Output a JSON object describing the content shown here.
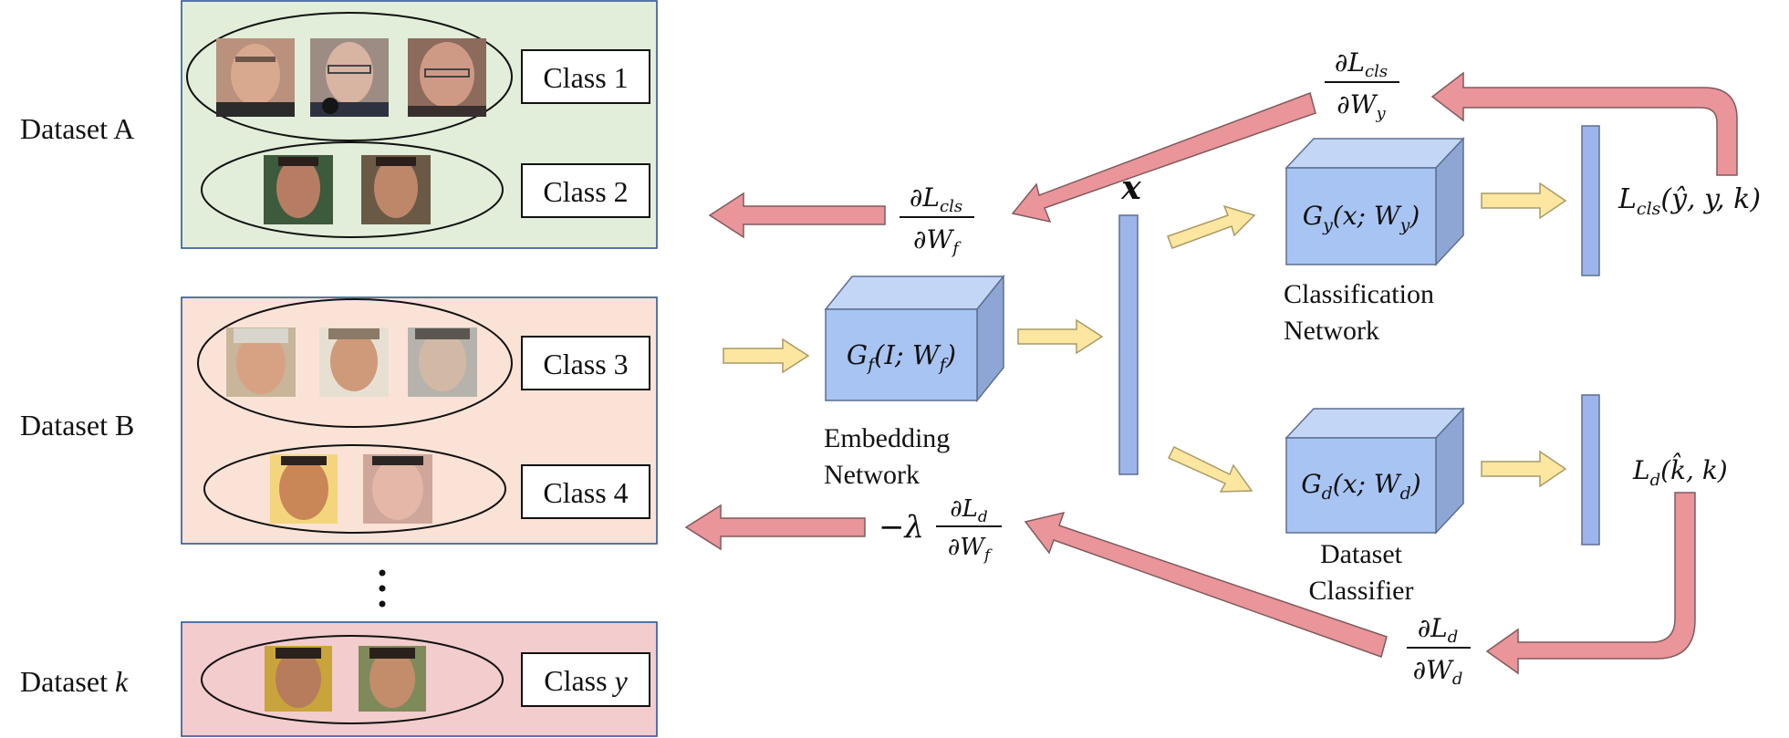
{
  "datasets": {
    "a_label": "Dataset A",
    "b_label": "Dataset B",
    "k_label_prefix": "Dataset ",
    "k_label_var": "k",
    "ellipsis": "⋮",
    "class1": "Class 1",
    "class2": "Class 2",
    "class3": "Class 3",
    "class4": "Class 4",
    "classy_prefix": "Class ",
    "classy_var": "y",
    "colors": {
      "a": "#e2eed9",
      "b": "#fae3d6",
      "k": "#f3cccd",
      "border": "#2e5597"
    }
  },
  "embedding": {
    "label_line1": "Embedding",
    "label_line2": "Network",
    "cube_var": "G",
    "cube_sub": "f",
    "cube_args": "(I; W",
    "cube_args_sub": "f",
    "cube_close": ")"
  },
  "feature": {
    "label": "x"
  },
  "classification": {
    "label_line1": "Classification",
    "label_line2": "Network",
    "cube_var": "G",
    "cube_sub": "y",
    "cube_args": "(x; W",
    "cube_args_sub": "y",
    "cube_close": ")",
    "loss_var": "L",
    "loss_sub": "cls",
    "loss_args": "(ŷ, y, k)"
  },
  "dataset_classifier": {
    "label_line1": "Dataset",
    "label_line2": "Classifier",
    "cube_var": "G",
    "cube_sub": "d",
    "cube_args": "(x; W",
    "cube_args_sub": "d",
    "cube_close": ")",
    "loss_var": "L",
    "loss_sub": "d",
    "loss_args": "(k̂, k)"
  },
  "gradients": {
    "cls_wy_num": "∂L",
    "cls_wy_num_sub": "cls",
    "cls_wy_den": "∂W",
    "cls_wy_den_sub": "y",
    "cls_wf_num": "∂L",
    "cls_wf_num_sub": "cls",
    "cls_wf_den": "∂W",
    "cls_wf_den_sub": "f",
    "d_wd_num": "∂L",
    "d_wd_num_sub": "d",
    "d_wd_den": "∂W",
    "d_wd_den_sub": "d",
    "d_wf_prefix": "−λ",
    "d_wf_num": "∂L",
    "d_wf_num_sub": "d",
    "d_wf_den": "∂W",
    "d_wf_den_sub": "f"
  },
  "colors": {
    "forward_arrow": "#fde7a0",
    "forward_arrow_stroke": "#a89a66",
    "backward_arrow": "#e9959a",
    "backward_arrow_stroke": "#7f5b5d",
    "cube_front": "#a8c4f2",
    "cube_top": "#c4d6f6",
    "cube_side": "#8ea6d4",
    "feature_bar": "#9db5ea"
  }
}
